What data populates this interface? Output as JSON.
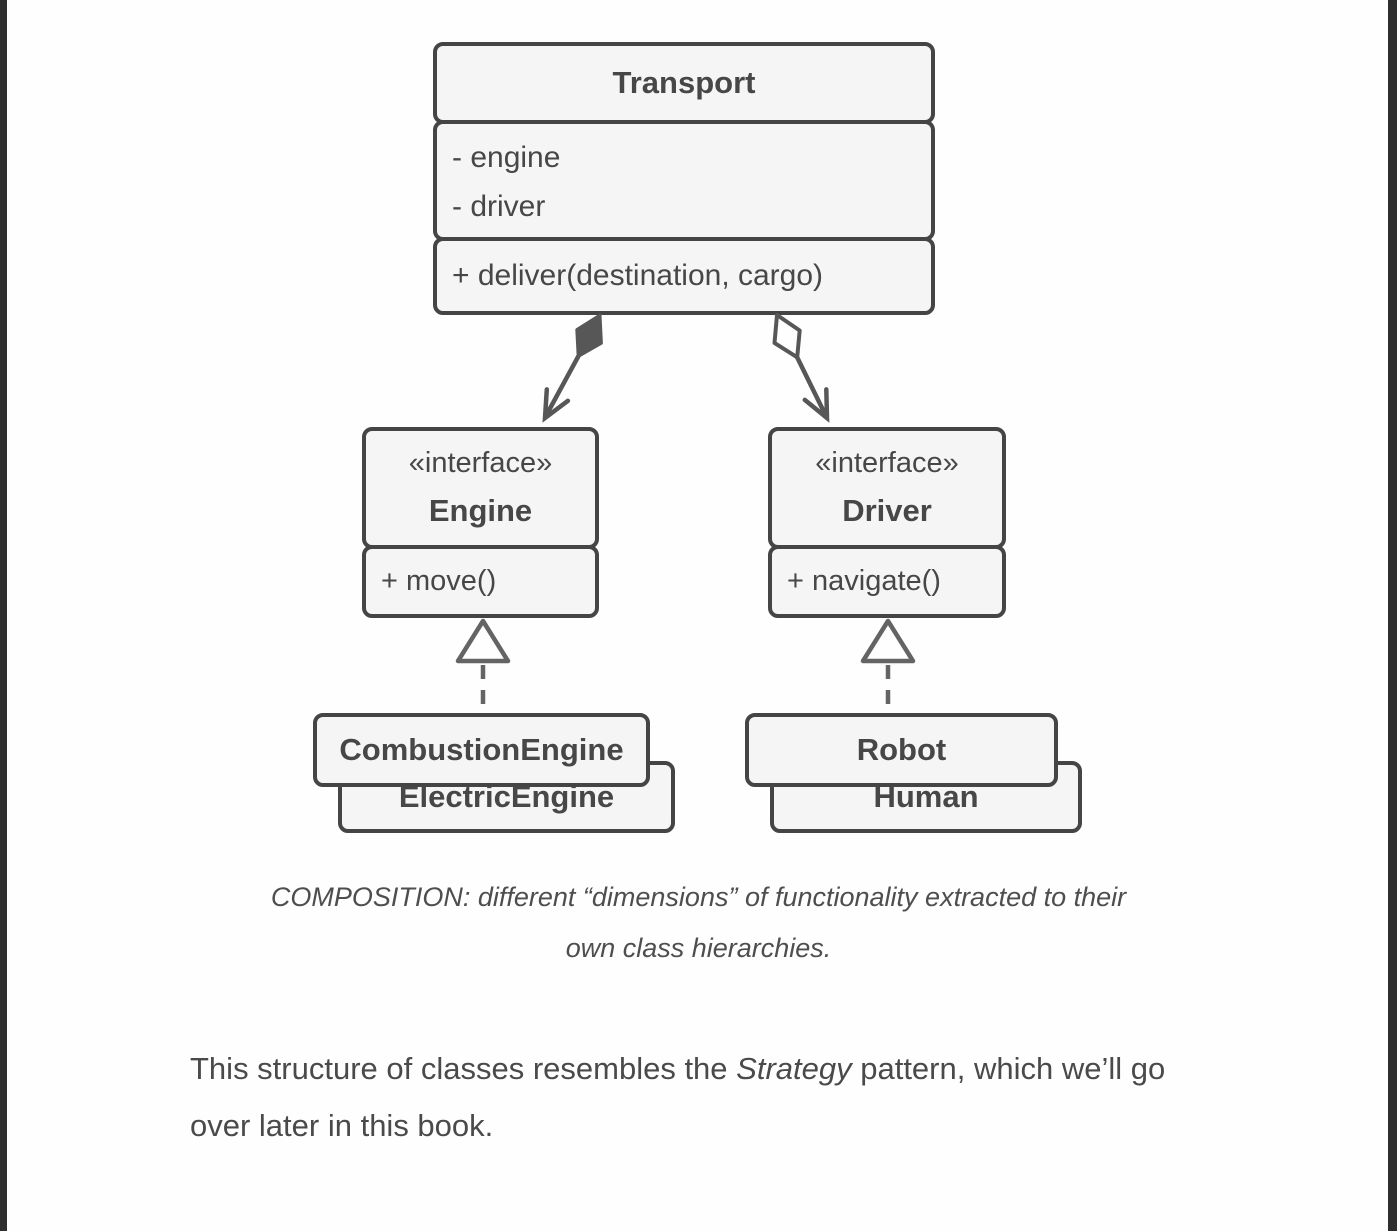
{
  "page": {
    "background": "#fefefe",
    "side_bar_color": "#2f2f2f"
  },
  "diagram": {
    "colors": {
      "box_fill": "#f5f5f6",
      "box_border": "#454545",
      "text": "#474747",
      "connector": "#575757"
    },
    "transport": {
      "title": "Transport",
      "attributes": [
        "- engine",
        "- driver"
      ],
      "methods": [
        "+ deliver(destination, cargo)"
      ]
    },
    "engine_interface": {
      "stereotype": "«interface»",
      "name": "Engine",
      "methods": [
        "+ move()"
      ]
    },
    "driver_interface": {
      "stereotype": "«interface»",
      "name": "Driver",
      "methods": [
        "+ navigate()"
      ]
    },
    "engine_implementations": [
      "CombustionEngine",
      "ElectricEngine"
    ],
    "driver_implementations": [
      "Robot",
      "Human"
    ],
    "relations": {
      "transport_engine": "composition",
      "transport_driver": "aggregation",
      "implementations": "realization"
    }
  },
  "caption": {
    "lines": [
      "COMPOSITION: different “dimensions” of functionality extracted to their",
      "own class hierarchies."
    ]
  },
  "paragraph": {
    "before_italic": "This structure of classes resembles the ",
    "italic": "Strategy",
    "after_italic": " pattern, which we’ll go over later in this book."
  }
}
